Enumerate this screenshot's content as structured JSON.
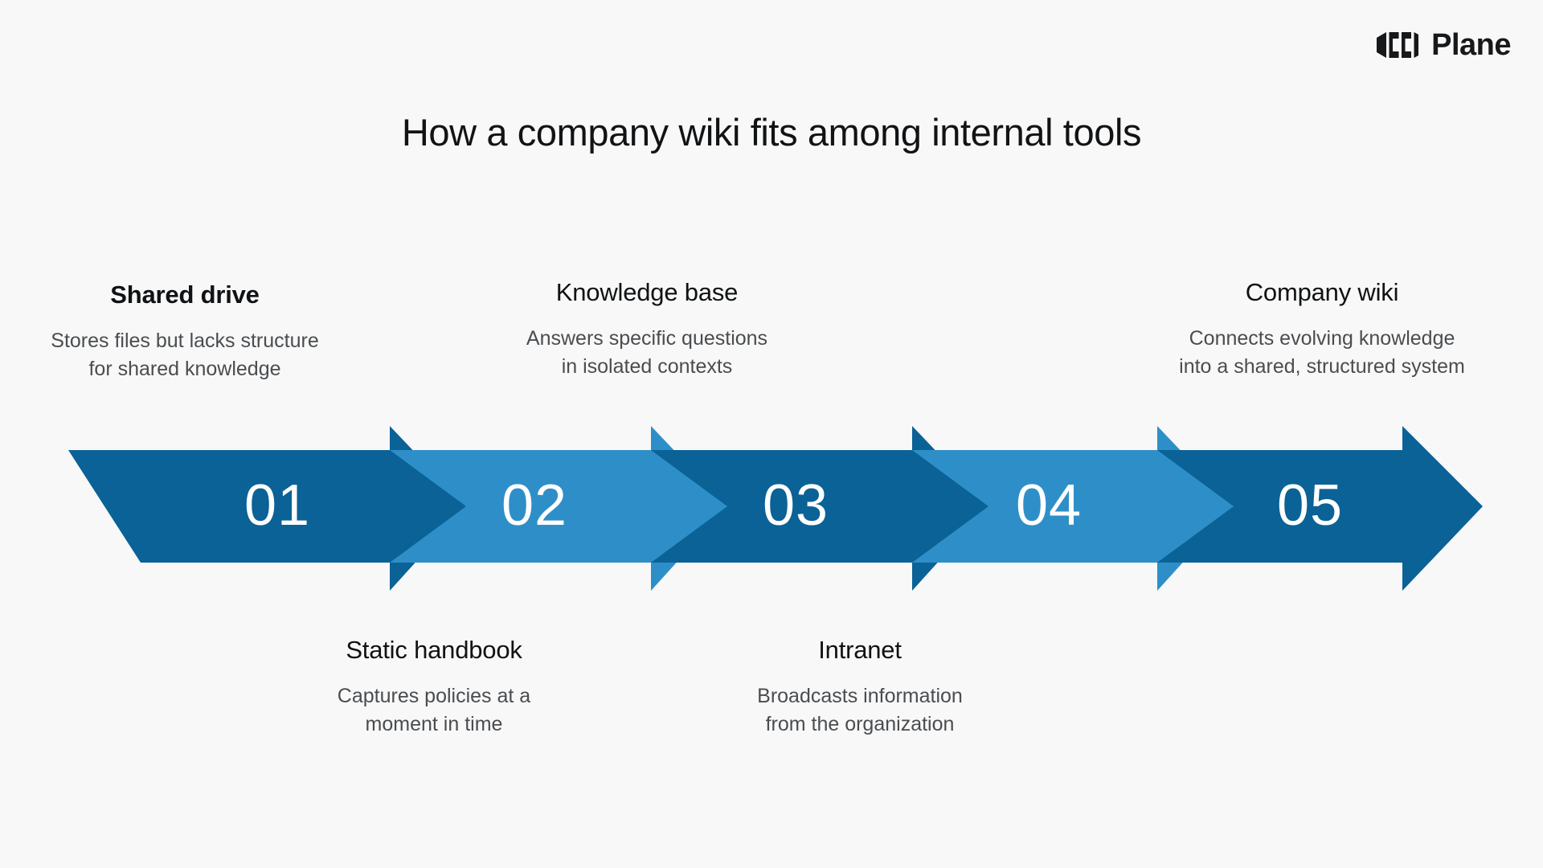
{
  "brand": {
    "name": "Plane",
    "logo_icon": "plane-logo-icon",
    "logo_color": "#16181a"
  },
  "title": "How a company wiki fits among internal tools",
  "colors": {
    "background": "#f8f8f8",
    "arrow_dark": "#0a6296",
    "arrow_light": "#2e8fc8",
    "number_text": "#ffffff",
    "title_text": "#101214",
    "description_text": "#4a4d50"
  },
  "diagram": {
    "type": "process-arrow-timeline",
    "direction": "left-to-right",
    "steps": [
      {
        "number": "01",
        "title": "Shared drive",
        "description": "Stores files but lacks structure\nfor shared knowledge",
        "description_line1": "Stores files but lacks structure",
        "description_line2": "for shared knowledge",
        "label_position": "top",
        "color": "#0a6296"
      },
      {
        "number": "02",
        "title": "Static handbook",
        "description": "Captures policies at a\nmoment in time",
        "description_line1": "Captures policies at a",
        "description_line2": "moment in time",
        "label_position": "bottom",
        "color": "#2e8fc8"
      },
      {
        "number": "03",
        "title": "Knowledge base",
        "description": "Answers specific questions\nin isolated contexts",
        "description_line1": "Answers specific questions",
        "description_line2": "in isolated contexts",
        "label_position": "top",
        "color": "#0a6296"
      },
      {
        "number": "04",
        "title": "Intranet",
        "description": "Broadcasts information\nfrom the organization",
        "description_line1": "Broadcasts information",
        "description_line2": "from the organization",
        "label_position": "bottom",
        "color": "#2e8fc8"
      },
      {
        "number": "05",
        "title": "Company wiki",
        "description": "Connects evolving knowledge\ninto a shared, structured system",
        "description_line1": "Connects evolving knowledge",
        "description_line2": "into a shared, structured system",
        "label_position": "top",
        "color": "#0a6296"
      }
    ]
  }
}
